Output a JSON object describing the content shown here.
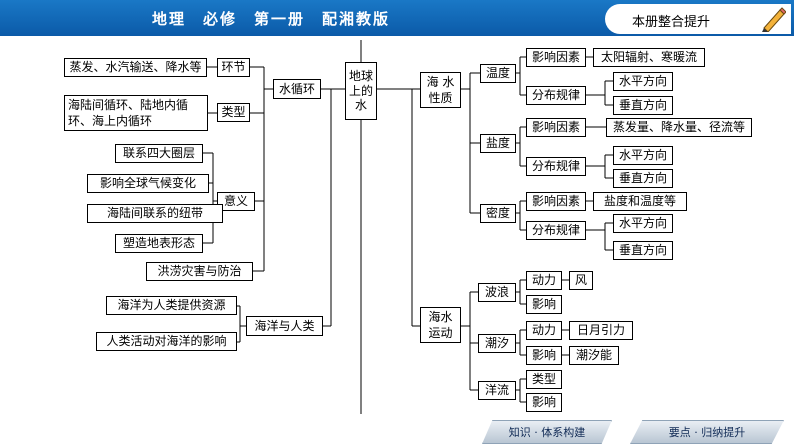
{
  "header": {
    "title": "地理　必修　第一册　配湘教版",
    "tab_label": "本册整合提升"
  },
  "diagram": {
    "root": "地球上的水",
    "left": {
      "water_cycle": "水循环",
      "cycle_items": [
        "环节",
        "类型",
        "意义"
      ],
      "links_detail": "蒸发、水汽输送、降水等",
      "types_detail": [
        "海陆间循环、陆地内循",
        "环、海上内循环"
      ],
      "meaning_items": [
        "联系四大圈层",
        "影响全球气候变化",
        "海陆间联系的纽带",
        "塑造地表形态",
        "洪涝灾害与防治"
      ],
      "ocean_human": "海洋与人类",
      "ocean_items": [
        "海洋为人类提供资源",
        "人类活动对海洋的影响"
      ]
    },
    "right": {
      "properties": [
        "海 水",
        "性质"
      ],
      "temp": "温度",
      "salt": "盐度",
      "density": "密度",
      "factor": "影响因素",
      "pattern": "分布规律",
      "temp_factor": "太阳辐射、寒暖流",
      "salt_factor": "蒸发量、降水量、径流等",
      "density_factor": "盐度和温度等",
      "horizontal": "水平方向",
      "vertical": "垂直方向",
      "motion": [
        "海水",
        "运动"
      ],
      "waves": "波浪",
      "tides": "潮汐",
      "currents": "洋流",
      "power": "动力",
      "impact": "影响",
      "kinds": "类型",
      "wind": "风",
      "sun_moon": "日月引力",
      "tidal_energy": "潮汐能"
    }
  },
  "footer": {
    "left_tab": "知识 · 体系构建",
    "right_tab": "要点 · 归纳提升"
  }
}
